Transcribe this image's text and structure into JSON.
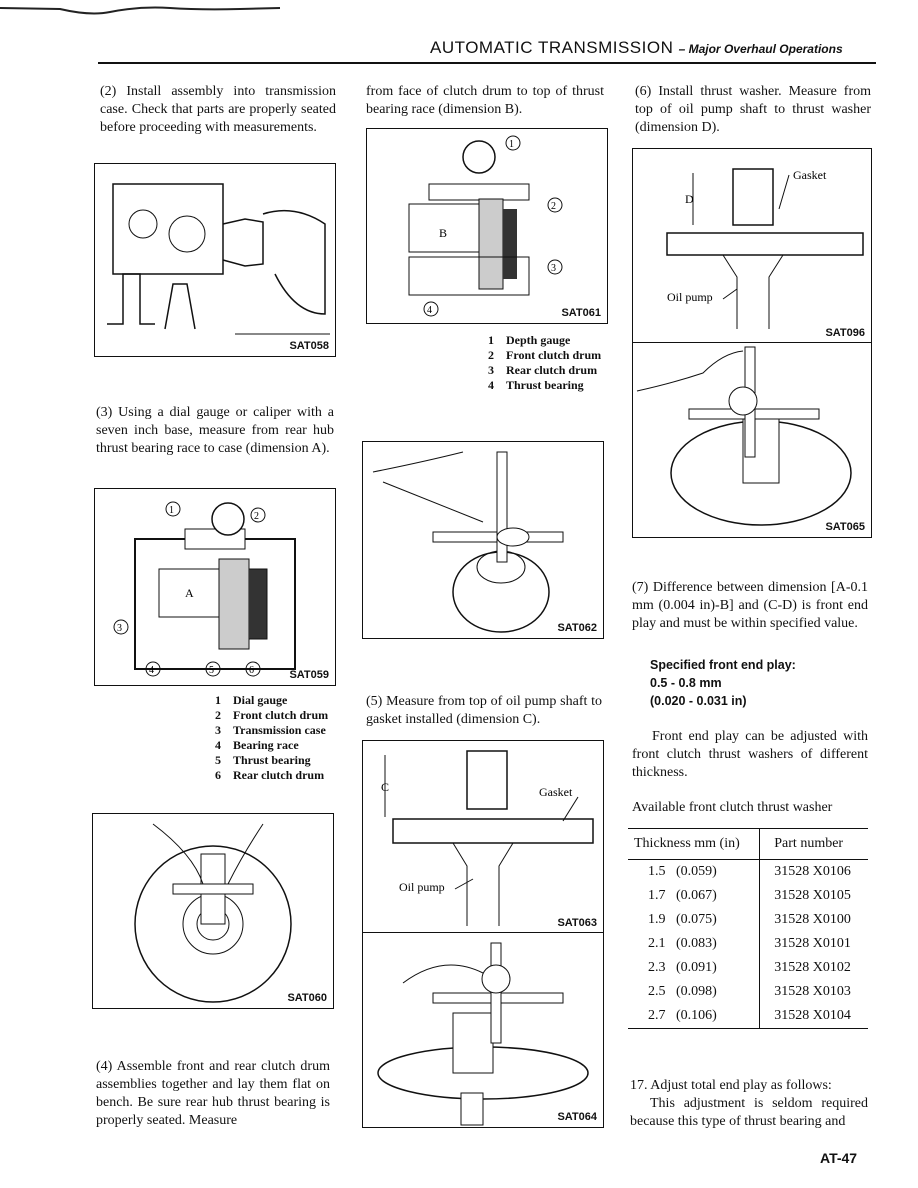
{
  "header": {
    "title": "AUTOMATIC TRANSMISSION",
    "subtitle": "– Major Overhaul Operations"
  },
  "col1": {
    "step2": "(2) Install assembly into transmission case. Check that parts are properly seated before proceeding with measurements.",
    "fig1_code": "SAT058",
    "step3": "(3) Using a dial gauge or caliper with a seven inch base, measure from rear hub thrust bearing race to case (dimension A).",
    "fig2_code": "SAT059",
    "fig2_legend": [
      "Dial gauge",
      "Front clutch drum",
      "Transmission case",
      "Bearing race",
      "Thrust bearing",
      "Rear clutch drum"
    ],
    "fig3_code": "SAT060",
    "step4": "(4) Assemble front and rear clutch drum assemblies together and lay them flat on bench. Be sure rear hub thrust bearing is properly seated. Measure"
  },
  "col2": {
    "cont": "from face of clutch drum to top of thrust bearing race (dimension B).",
    "fig4_code": "SAT061",
    "fig4_legend": [
      "Depth gauge",
      "Front clutch drum",
      "Rear clutch drum",
      "Thrust bearing"
    ],
    "fig5_code": "SAT062",
    "step5": "(5) Measure from top of oil pump shaft to gasket installed (dimension C).",
    "fig6_code": "SAT063",
    "fig7_code": "SAT064"
  },
  "col3": {
    "step6": "(6) Install thrust washer. Measure from top of oil pump shaft to thrust washer (dimension D).",
    "fig8_code": "SAT096",
    "fig9_code": "SAT065",
    "step7": "(7) Difference between dimension [A-0.1 mm (0.004 in)-B] and (C-D) is front end play and must be within specified value.",
    "spec_title": "Specified front end play:",
    "spec_mm": "0.5 - 0.8 mm",
    "spec_in": "(0.020 - 0.031 in)",
    "adjust": "Front end play can be adjusted with front clutch thrust washers of different thickness.",
    "table_title": "Available front clutch thrust washer",
    "table_headers": [
      "Thickness mm (in)",
      "Part number"
    ],
    "table_rows": [
      [
        "1.5",
        "(0.059)",
        "31528 X0106"
      ],
      [
        "1.7",
        "(0.067)",
        "31528 X0105"
      ],
      [
        "1.9",
        "(0.075)",
        "31528 X0100"
      ],
      [
        "2.1",
        "(0.083)",
        "31528 X0101"
      ],
      [
        "2.3",
        "(0.091)",
        "31528 X0102"
      ],
      [
        "2.5",
        "(0.098)",
        "31528 X0103"
      ],
      [
        "2.7",
        "(0.106)",
        "31528 X0104"
      ]
    ],
    "step17": "17. Adjust total end play as follows:",
    "step17b": "This adjustment is seldom required because this type of thrust bearing and"
  },
  "labels": {
    "gasket": "Gasket",
    "oil_pump": "Oil pump",
    "A": "A",
    "B": "B",
    "C": "C",
    "D": "D"
  },
  "page_number": "AT-47"
}
